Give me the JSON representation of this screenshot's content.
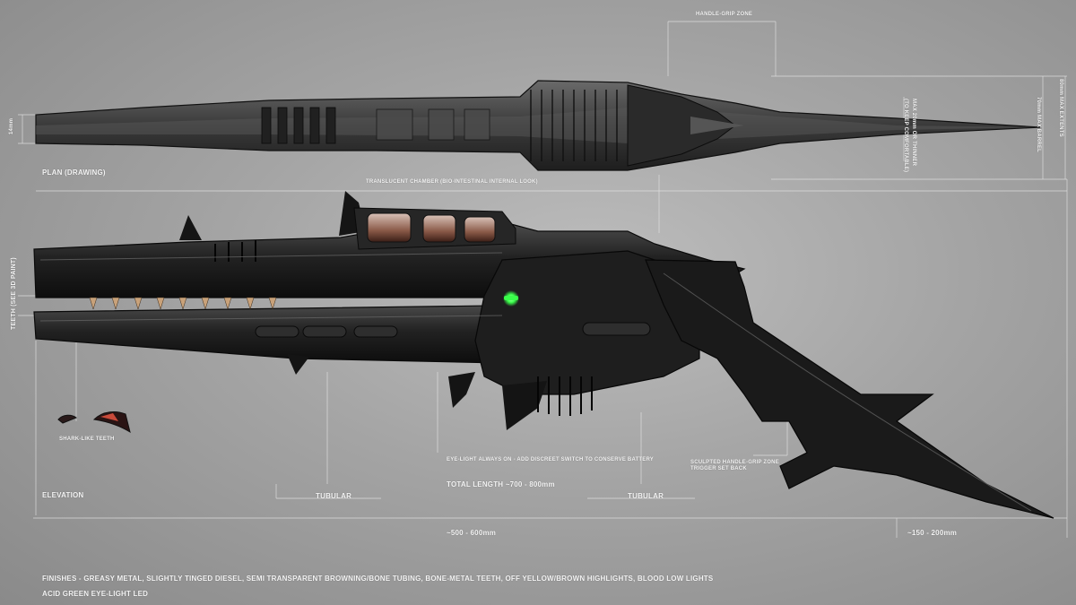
{
  "labels": {
    "handle_grip_zone": "HANDLE-GRIP ZONE",
    "plan": "PLAN (DRAWING)",
    "translucent_chamber": "TRANSLUCENT CHAMBER (BIO-INTESTINAL INTERNAL LOOK)",
    "dim_14mm": "14mm",
    "max_thinner": "MAX 20mm OR THINNER",
    "max_thinner_sub": "(TO KEEP COMFORTABLE)",
    "barrel_70": "70mm MAX BARREL",
    "extents_80": "80mm MAX EXTENTS",
    "teeth": "TEETH (SEE 3D PAINT)",
    "shark_teeth": "SHARK-LIKE TEETH",
    "eye_light": "EYE-LIGHT ALWAYS ON - ADD DISCREET SWITCH TO CONSERVE BATTERY",
    "sculpted_grip": "SCULPTED HANDLE-GRIP ZONE",
    "trigger_set_back": "TRIGGER SET BACK",
    "elevation": "ELEVATION",
    "tubular_1": "TUBULAR",
    "tubular_2": "TUBULAR",
    "total_length": "TOTAL LENGTH ~700 - 800mm",
    "len_500_600": "~500 - 600mm",
    "len_150_200": "~150 - 200mm",
    "finishes": "FINISHES - GREASY METAL, SLIGHTLY TINGED DIESEL, SEMI TRANSPARENT BROWNING/BONE TUBING, BONE-METAL TEETH, OFF YELLOW/BROWN HIGHLIGHTS, BLOOD LOW LIGHTS",
    "acid_green": "ACID GREEN EYE-LIGHT LED"
  },
  "colors": {
    "background": "#a4a4a4",
    "weapon_body": "#1c1c1c",
    "eye_light": "#39ff4a",
    "chamber_tint": "#8a5a48",
    "teeth": "#c9a27a"
  }
}
